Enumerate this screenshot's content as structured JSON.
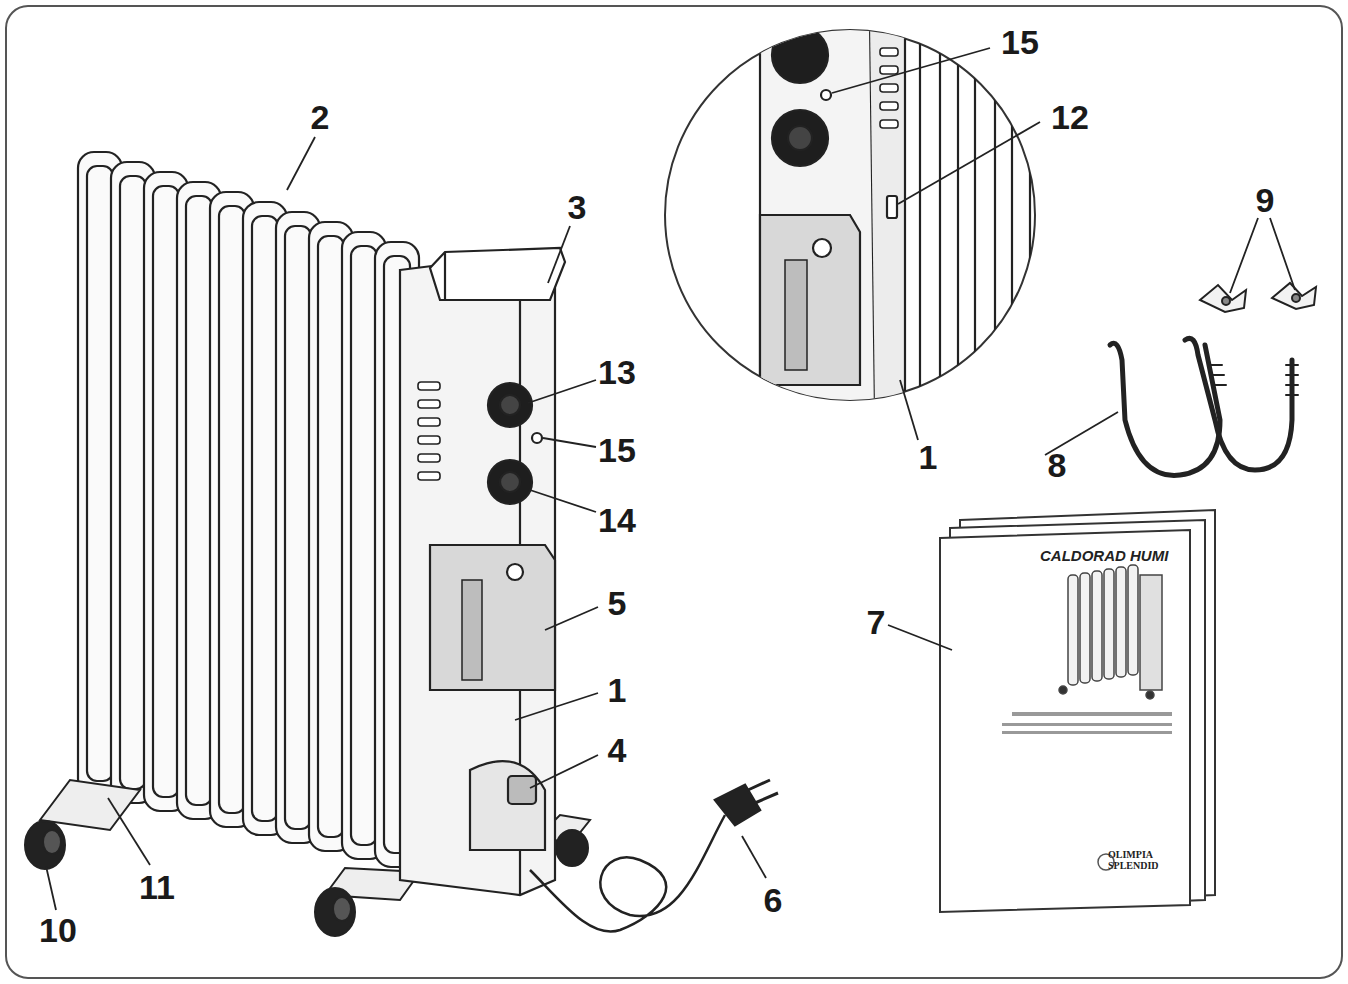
{
  "diagram": {
    "nodes": [
      {
        "text": [
          "CALDORAD HUMI",
          "OLIMPIA SPLENDID"
        ]
      }
    ],
    "labels": [
      "15",
      "2",
      "12",
      "3",
      "9",
      "13",
      "15",
      "1",
      "8",
      "14",
      "5",
      "7",
      "1",
      "4",
      "11",
      "6",
      "10"
    ]
  }
}
